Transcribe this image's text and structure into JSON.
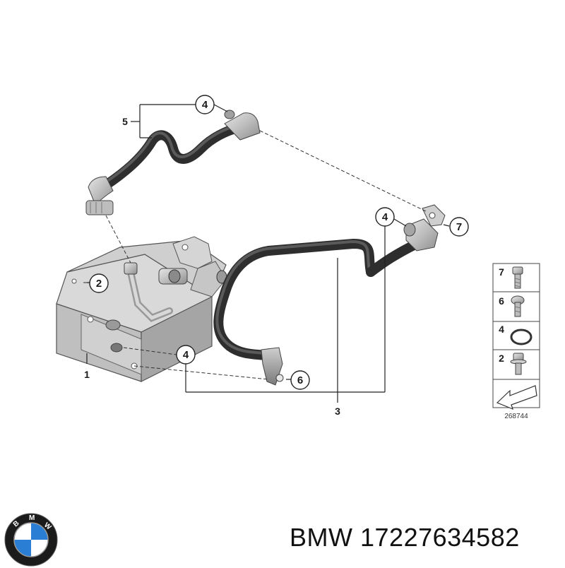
{
  "diagram": {
    "diagram_number": "268744",
    "labels": {
      "oil_cooler": "1",
      "lower_line": "3",
      "upper_line": "5"
    },
    "callouts": {
      "ring_upper": "4",
      "ring_right": "4",
      "ring_lower": "4",
      "screw_left": "2",
      "screw_bottom": "6",
      "clamp_right": "7"
    },
    "legend": [
      {
        "number": "7",
        "part": "bolt"
      },
      {
        "number": "6",
        "part": "screw"
      },
      {
        "number": "4",
        "part": "o-ring"
      },
      {
        "number": "2",
        "part": "collar-screw"
      }
    ]
  },
  "caption": {
    "brand": "BMW",
    "part_number": "17227634582"
  },
  "colors": {
    "hose": "#3a3a3a",
    "metal": "#c8c8c8",
    "line": "#222222"
  }
}
